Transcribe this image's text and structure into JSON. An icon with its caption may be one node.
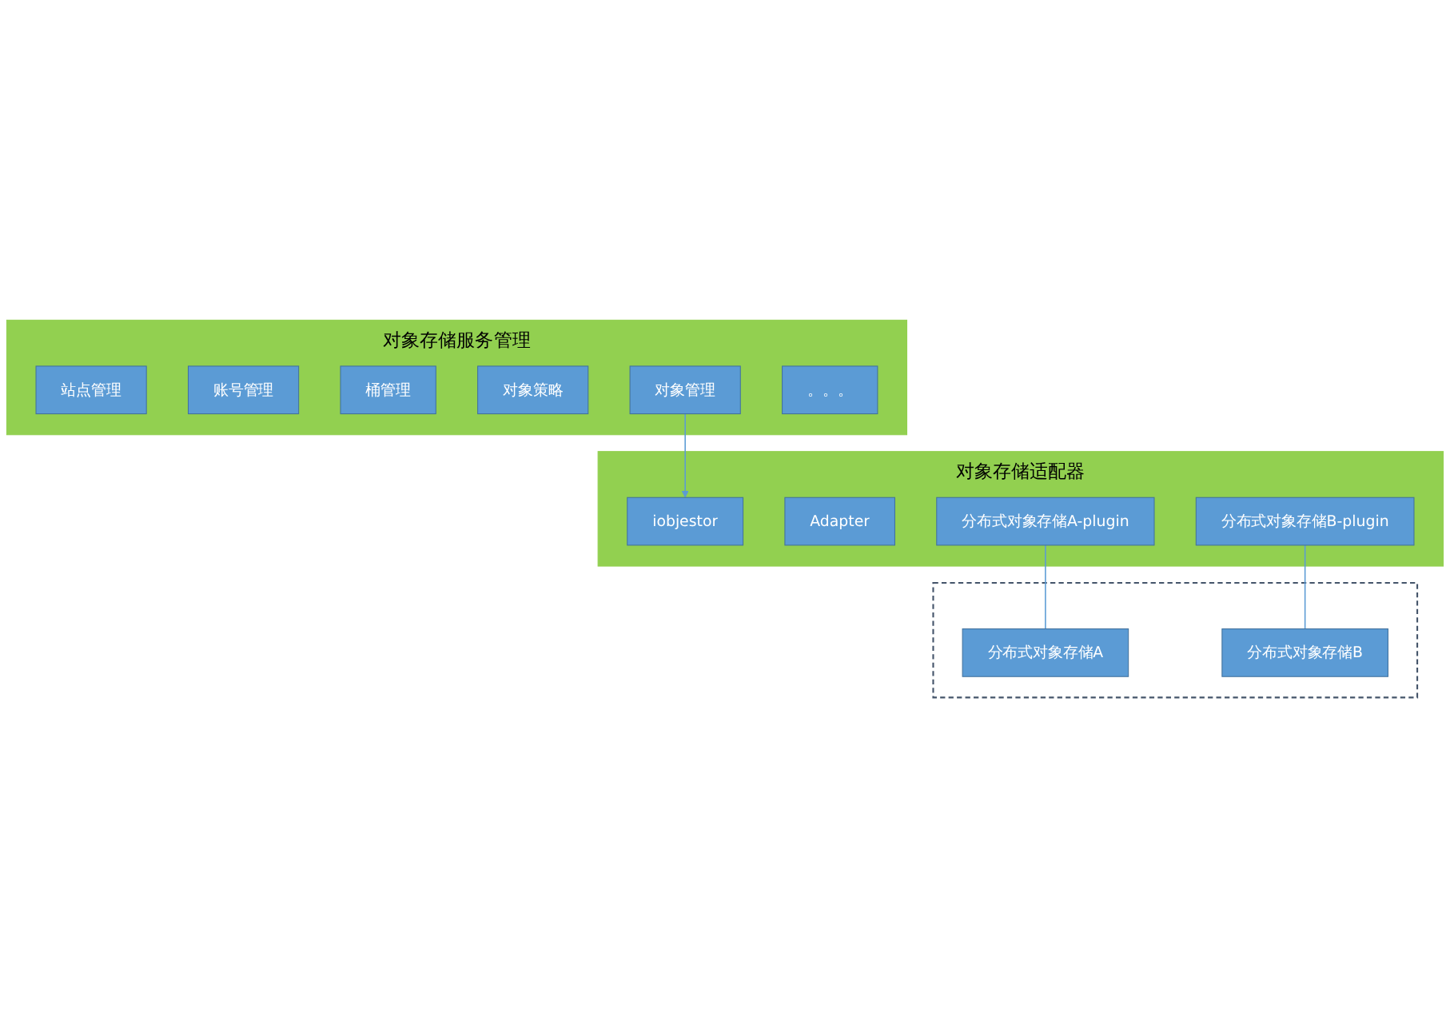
{
  "diagram": {
    "nodes": [
      {
        "text": [
          "对象存储服务管理"
        ]
      },
      {
        "text": [
          "站点管理"
        ],
        "in": 0
      },
      {
        "text": [
          "账号管理"
        ],
        "in": 0
      },
      {
        "text": [
          "桶管理"
        ],
        "in": 0
      },
      {
        "text": [
          "对象策略"
        ],
        "in": 0
      },
      {
        "text": [
          "对象管理"
        ],
        "in": 0
      },
      {
        "text": [
          "。。。"
        ],
        "in": 0
      },
      {
        "text": [
          "对象存储适配器"
        ]
      },
      {
        "text": [
          "iobjestor"
        ],
        "in": 7
      },
      {
        "text": [
          "Adapter"
        ],
        "in": 7
      },
      {
        "text": [
          "分布式对象存储A-plugin"
        ],
        "in": 7
      },
      {
        "text": [
          "分布式对象存储B-plugin"
        ],
        "in": 7
      },
      {
        "text": [],
        "shape": "box"
      },
      {
        "text": [
          "分布式对象存储A"
        ],
        "in": 12
      },
      {
        "text": [
          "分布式对象存储B"
        ],
        "in": 12
      }
    ],
    "edges": [
      {
        "from": 5,
        "to": 8,
        "arrow": "to"
      },
      {
        "from": 10,
        "to": 13,
        "arrow": "none"
      },
      {
        "from": 11,
        "to": 14,
        "arrow": "none"
      }
    ]
  }
}
